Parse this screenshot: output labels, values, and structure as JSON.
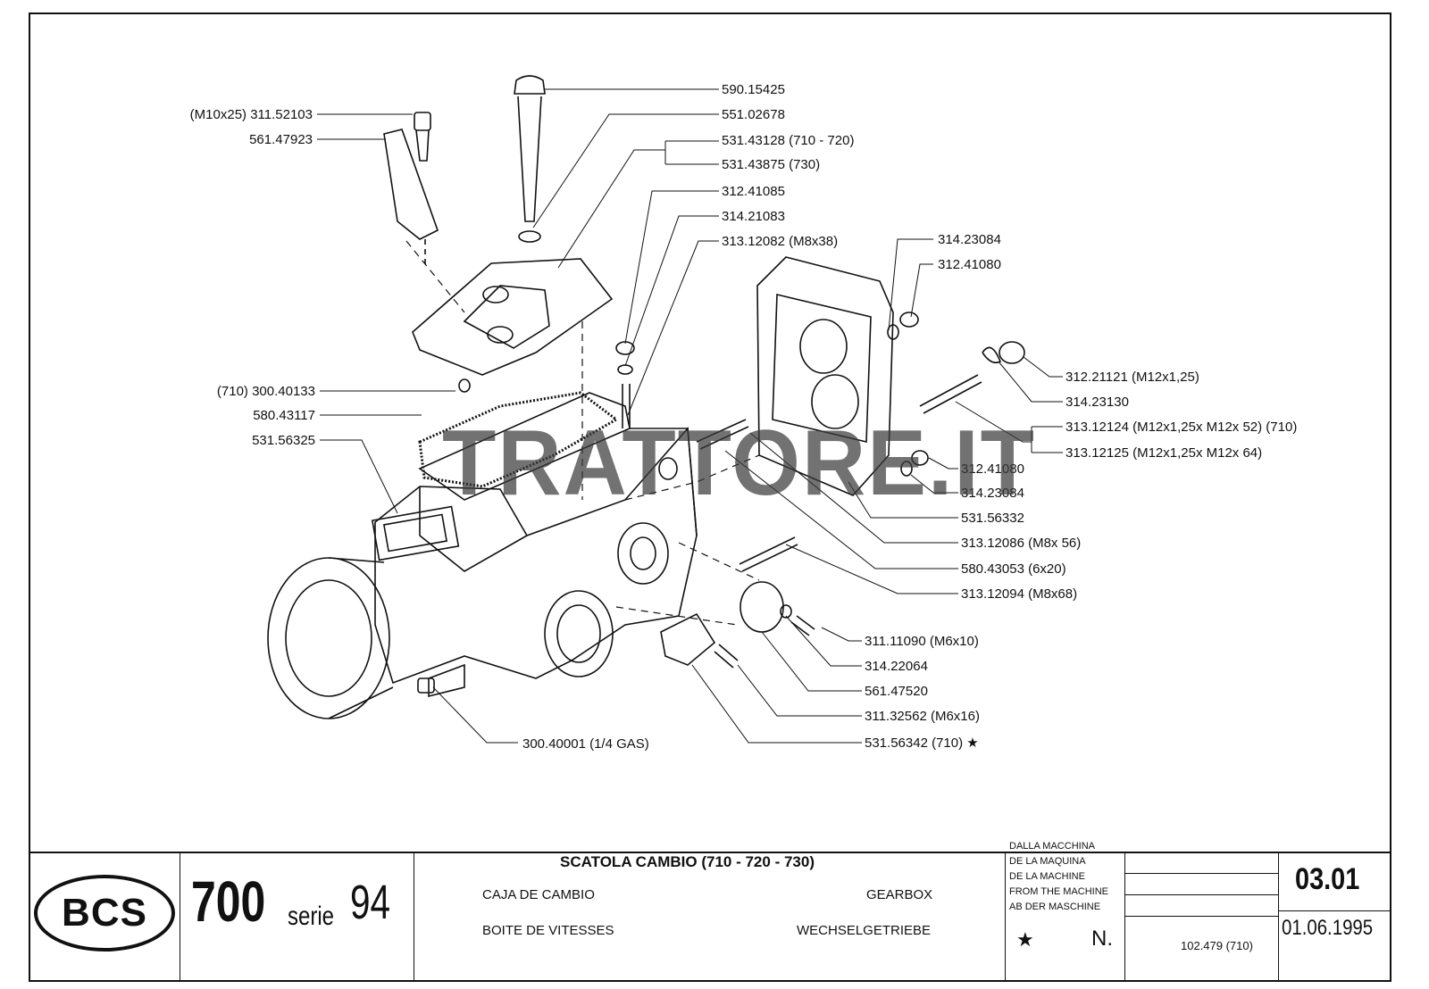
{
  "drawing": {
    "labels_left": [
      {
        "id": "l1",
        "text": "(M10x25) 311.52103"
      },
      {
        "id": "l2",
        "text": "561.47923"
      },
      {
        "id": "l3",
        "text": "(710) 300.40133"
      },
      {
        "id": "l4",
        "text": "580.43117"
      },
      {
        "id": "l5",
        "text": "531.56325"
      }
    ],
    "labels_right": [
      {
        "id": "r1",
        "text": "590.15425"
      },
      {
        "id": "r2",
        "text": "551.02678"
      },
      {
        "id": "r3",
        "text": "531.43128 (710 - 720)"
      },
      {
        "id": "r4",
        "text": "531.43875 (730)"
      },
      {
        "id": "r5",
        "text": "312.41085"
      },
      {
        "id": "r6",
        "text": "314.21083"
      },
      {
        "id": "r7",
        "text": "313.12082 (M8x38)"
      },
      {
        "id": "r8",
        "text": "314.23084"
      },
      {
        "id": "r9",
        "text": "312.41080"
      },
      {
        "id": "r10",
        "text": "312.21121 (M12x1,25)"
      },
      {
        "id": "r11",
        "text": "314.23130"
      },
      {
        "id": "r12",
        "text": "313.12124 (M12x1,25x M12x 52) (710)"
      },
      {
        "id": "r13",
        "text": "313.12125 (M12x1,25x M12x 64)"
      },
      {
        "id": "r14",
        "text": "312.41080"
      },
      {
        "id": "r15",
        "text": "314.23084"
      },
      {
        "id": "r16",
        "text": "531.56332"
      },
      {
        "id": "r17",
        "text": "313.12086 (M8x 56)"
      },
      {
        "id": "r18",
        "text": "580.43053 (6x20)"
      },
      {
        "id": "r19",
        "text": "313.12094 (M8x68)"
      },
      {
        "id": "r20",
        "text": "311.11090 (M6x10)"
      },
      {
        "id": "r21",
        "text": "314.22064"
      },
      {
        "id": "r22",
        "text": "561.47520"
      },
      {
        "id": "r23",
        "text": "311.32562 (M6x16)"
      },
      {
        "id": "r24",
        "text": "531.56342 (710) ★"
      }
    ],
    "label_bottom": "300.40001 (1/4 GAS)",
    "watermark": "TRATTORE.IT"
  },
  "title_block": {
    "logo": "BCS",
    "model": "700",
    "serie_label": "serie",
    "serie_number": "94",
    "title": "SCATOLA CAMBIO (710 - 720 - 730)",
    "es": "CAJA DE CAMBIO",
    "en": "GEARBOX",
    "fr": "BOITE DE VITESSES",
    "de": "WECHSELGETRIEBE",
    "from_machine": [
      "DALLA MACCHINA",
      "DE LA MAQUINA",
      "DE LA MACHINE",
      "FROM THE MACHINE",
      "AB DER MASCHINE"
    ],
    "star": "★",
    "n_label": "N.",
    "doc_ref": "102.479 (710)",
    "sheet": "03.01",
    "date": "01.06.1995"
  }
}
